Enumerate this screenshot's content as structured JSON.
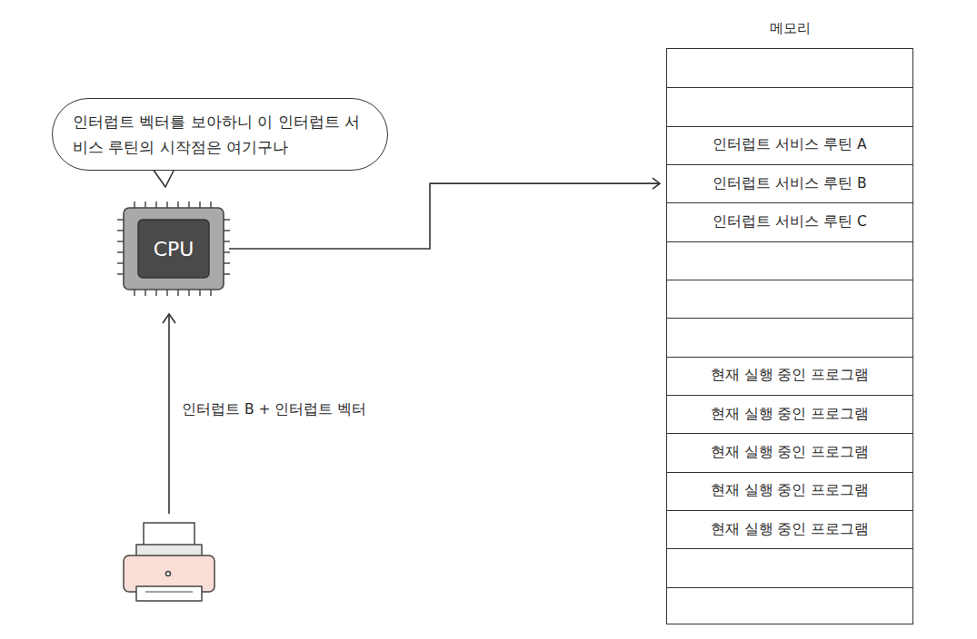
{
  "diagram": {
    "nodes": [
      {
        "text": [
          "인터럽트 벡터를 보아하니 이 인터럽트 서비스 루틴의 시작점은 여기구나"
        ]
      },
      {
        "text": [
          "CPU"
        ]
      },
      {
        "text": [
          "메모리"
        ]
      },
      {
        "text": [
          "인터럽트 서비스 루틴 A"
        ],
        "in": 2
      },
      {
        "text": [
          "인터럽트 서비스 루틴 B"
        ],
        "in": 2
      },
      {
        "text": [
          "인터럽트 서비스 루틴 C"
        ],
        "in": 2
      },
      {
        "text": [
          "현재 실행 중인 프로그램"
        ],
        "in": 2
      },
      {
        "text": [
          "현재 실행 중인 프로그램"
        ],
        "in": 2
      },
      {
        "text": [
          "현재 실행 중인 프로그램"
        ],
        "in": 2
      },
      {
        "text": [
          "현재 실행 중인 프로그램"
        ],
        "in": 2
      },
      {
        "text": [
          "현재 실행 중인 프로그램"
        ],
        "in": 2
      }
    ],
    "edges": [
      {
        "from": 1,
        "to": 4,
        "arrow": "to"
      }
    ],
    "labels": [
      "인터럽트 B + 인터럽트 벡터"
    ]
  }
}
